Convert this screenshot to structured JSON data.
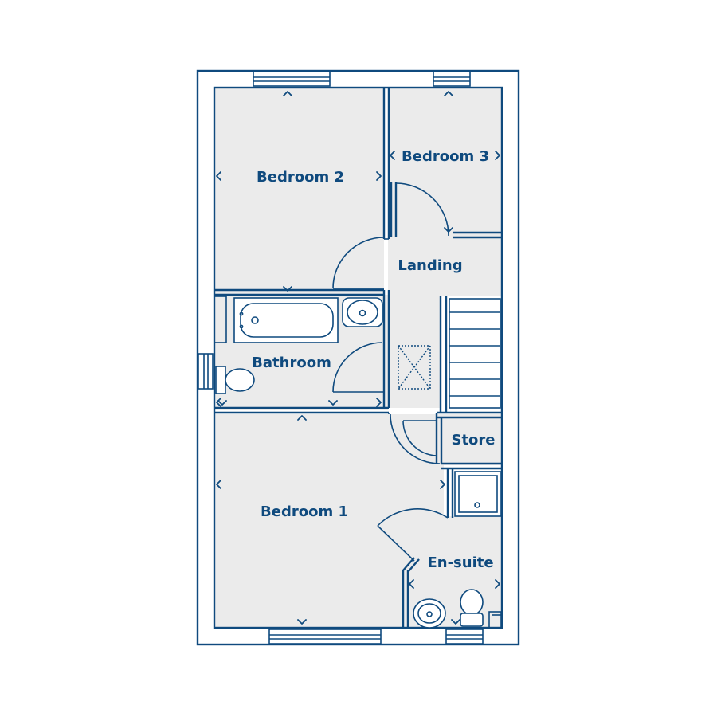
{
  "rooms": {
    "bedroom2": "Bedroom 2",
    "bedroom3": "Bedroom 3",
    "landing": "Landing",
    "bathroom": "Bathroom",
    "bedroom1": "Bedroom 1",
    "store": "Store",
    "ensuite": "En-suite"
  },
  "colors": {
    "line": "#0f4a7e",
    "room_fill": "#ebebeb",
    "background": "#ffffff"
  },
  "icons": {
    "loft_hatch": "loft-hatch-icon",
    "dimension_marker": "chevron-icon"
  }
}
